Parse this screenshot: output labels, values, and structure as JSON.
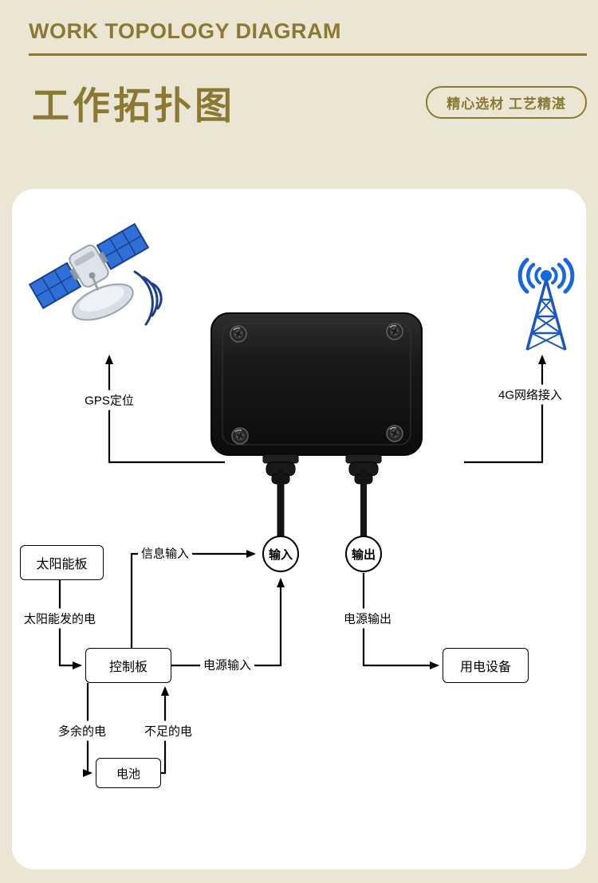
{
  "header": {
    "title_en": "WORK TOPOLOGY DIAGRAM",
    "title_zh": "工作拓扑图",
    "badge": "精心选材 工艺精湛"
  },
  "colors": {
    "accent": "#8a7933",
    "page_bg": "#ebe6d4",
    "card_bg": "#ffffff",
    "line": "#000000",
    "signal_blue": "#1668dc",
    "panel_blue": "#2f6fd6",
    "device_black": "#141414"
  },
  "icons": {
    "satellite": "satellite-icon",
    "tower": "4g-tower-icon",
    "device": "gps-tracker-device",
    "screw": "screw-icon",
    "gland": "cable-gland-icon"
  },
  "diagram": {
    "gps_label": "GPS定位",
    "network_label": "4G网络接入",
    "input_port": "输入",
    "output_port": "输出",
    "solar_panel": "太阳能板",
    "info_input": "信息输入",
    "solar_power": "太阳能发的电",
    "controller": "控制板",
    "power_input": "电源输入",
    "power_output": "电源输出",
    "load_device": "用电设备",
    "surplus_power": "多余的电",
    "insufficient_power": "不足的电",
    "battery": "电池"
  }
}
